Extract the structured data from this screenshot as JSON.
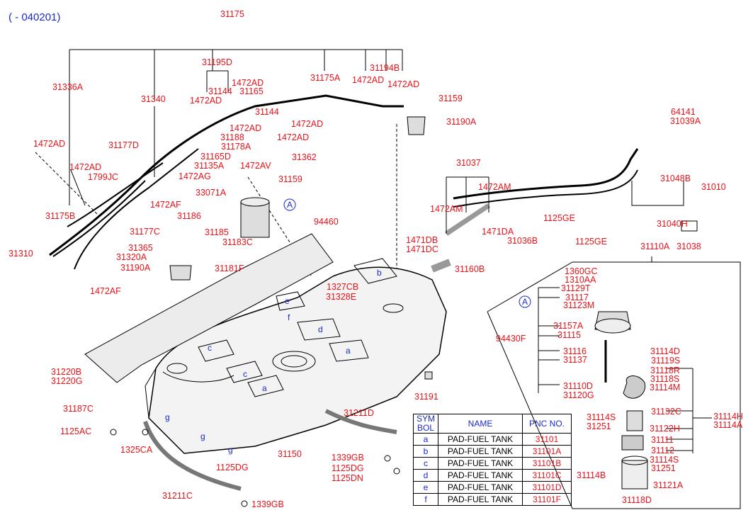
{
  "header": {
    "date_range": "( - 040201)"
  },
  "labels": {
    "31175": "31175",
    "31195D": "31195D",
    "31336A": "31336A",
    "1472AD_a": "1472AD",
    "31144_a": "31144",
    "31165": "31165",
    "1472AD_b": "1472AD",
    "31340": "31340",
    "31144_b": "31144",
    "31175A": "31175A",
    "1472AD_c": "1472AD",
    "31194B": "31194B",
    "1472AD_d": "1472AD",
    "31159_a": "31159",
    "31190A_a": "31190A",
    "1472AD_e": "1472AD",
    "31188": "31188",
    "1472AD_f": "1472AD",
    "31178A": "31178A",
    "1472AD_g": "1472AD",
    "31177D": "31177D",
    "31165D": "31165D",
    "31135A": "31135A",
    "31362": "31362",
    "1472AD_h": "1472AD",
    "1799JC": "1799JC",
    "1472AG": "1472AG",
    "1472AV": "1472AV",
    "31159_b": "31159",
    "33071A": "33071A",
    "1472AF_a": "1472AF",
    "31175B": "31175B",
    "31186": "31186",
    "31185": "31185",
    "31177C": "31177C",
    "31183C": "31183C",
    "94460": "94460",
    "31365": "31365",
    "31310": "31310",
    "31320A": "31320A",
    "31190A_b": "31190A",
    "31181F": "31181F",
    "1472AF_b": "1472AF",
    "64141": "64141",
    "31039A": "31039A",
    "31037": "31037",
    "1472AM_a": "1472AM",
    "31048B": "31048B",
    "31010": "31010",
    "1472AM_b": "1472AM",
    "1125GE_a": "1125GE",
    "1471DA": "1471DA",
    "1471DB": "1471DB",
    "1471DC": "1471DC",
    "31036B": "31036B",
    "1125GE_b": "1125GE",
    "31040H": "31040H",
    "31038": "31038",
    "31110A": "31110A",
    "31160B": "31160B",
    "1360GC": "1360GC",
    "1310AA": "1310AA",
    "31129T": "31129T",
    "31117": "31117",
    "31123M": "31123M",
    "1327CB": "1327CB",
    "31328E": "31328E",
    "31157A": "31157A",
    "31115": "31115",
    "94430F": "94430F",
    "31116": "31116",
    "31114D": "31114D",
    "31137": "31137",
    "31119S": "31119S",
    "31118R": "31118R",
    "31118S": "31118S",
    "31220B": "31220B",
    "31220G": "31220G",
    "31110D": "31110D",
    "31114M": "31114M",
    "31120G": "31120G",
    "31191": "31191",
    "31187C": "31187C",
    "31211D": "31211D",
    "31132C": "31132C",
    "31114S_a": "31114S",
    "31251_a": "31251",
    "31114H": "31114H",
    "31114A": "31114A",
    "31122H": "31122H",
    "1125AC": "1125AC",
    "31111": "31111",
    "31112": "31112",
    "1325CA": "1325CA",
    "31150": "31150",
    "1339GB_a": "1339GB",
    "31114S_b": "31114S",
    "31251_b": "31251",
    "1125DG_a": "1125DG",
    "1125DG_b": "1125DG",
    "1125DN": "1125DN",
    "31114B": "31114B",
    "31121A": "31121A",
    "31211C": "31211C",
    "1339GB_b": "1339GB",
    "31118D": "31118D"
  },
  "callout": "A",
  "pad_markers": {
    "a1": "a",
    "a2": "a",
    "b": "b",
    "c1": "c",
    "c2": "c",
    "d": "d",
    "e": "e",
    "f": "f",
    "g1": "g",
    "g2": "g",
    "g3": "g"
  },
  "symbol_table": {
    "headers": {
      "symbol": "SYM BOL",
      "name": "NAME",
      "pnc": "PNC NO."
    },
    "rows": [
      {
        "sym": "a",
        "name": "PAD-FUEL TANK",
        "pnc": "31101"
      },
      {
        "sym": "b",
        "name": "PAD-FUEL TANK",
        "pnc": "31101A"
      },
      {
        "sym": "c",
        "name": "PAD-FUEL TANK",
        "pnc": "31101B"
      },
      {
        "sym": "d",
        "name": "PAD-FUEL TANK",
        "pnc": "31101C"
      },
      {
        "sym": "e",
        "name": "PAD-FUEL TANK",
        "pnc": "31101D"
      },
      {
        "sym": "f",
        "name": "PAD-FUEL TANK",
        "pnc": "31101F"
      }
    ]
  },
  "colors": {
    "label": "#e8131a",
    "symbol": "#1a2bc8",
    "line": "#000000"
  }
}
